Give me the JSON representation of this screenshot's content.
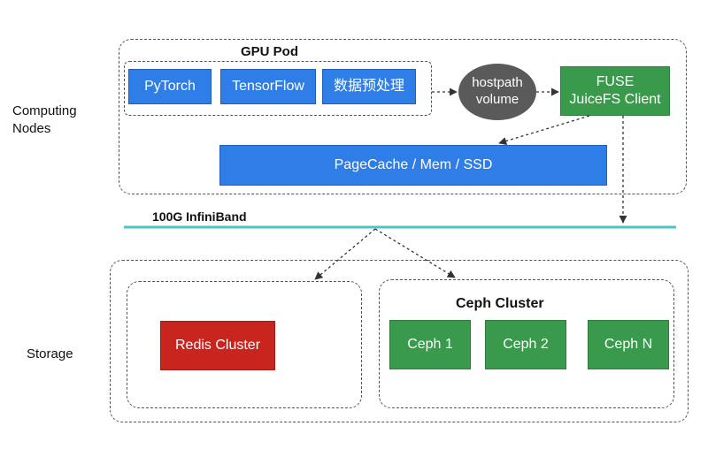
{
  "sections": {
    "computing": "Computing\nNodes",
    "storage": "Storage"
  },
  "gpu_pod": {
    "title": "GPU Pod",
    "frameworks": [
      "PyTorch",
      "TensorFlow",
      "数据预处理"
    ]
  },
  "hostpath": "hostpath\nvolume",
  "fuse_client": "FUSE\nJuiceFS Client",
  "pagecache": "PageCache / Mem / SSD",
  "network": "100G InfiniBand",
  "redis": "Redis  Cluster",
  "ceph": {
    "title": "Ceph Cluster",
    "nodes": [
      "Ceph 1",
      "Ceph 2",
      "Ceph N"
    ]
  },
  "colors": {
    "blue": "#2f7de6",
    "green": "#3a9a4c",
    "red": "#c9251f",
    "ellipse": "#555555",
    "network_line": "#4fc4c4"
  }
}
